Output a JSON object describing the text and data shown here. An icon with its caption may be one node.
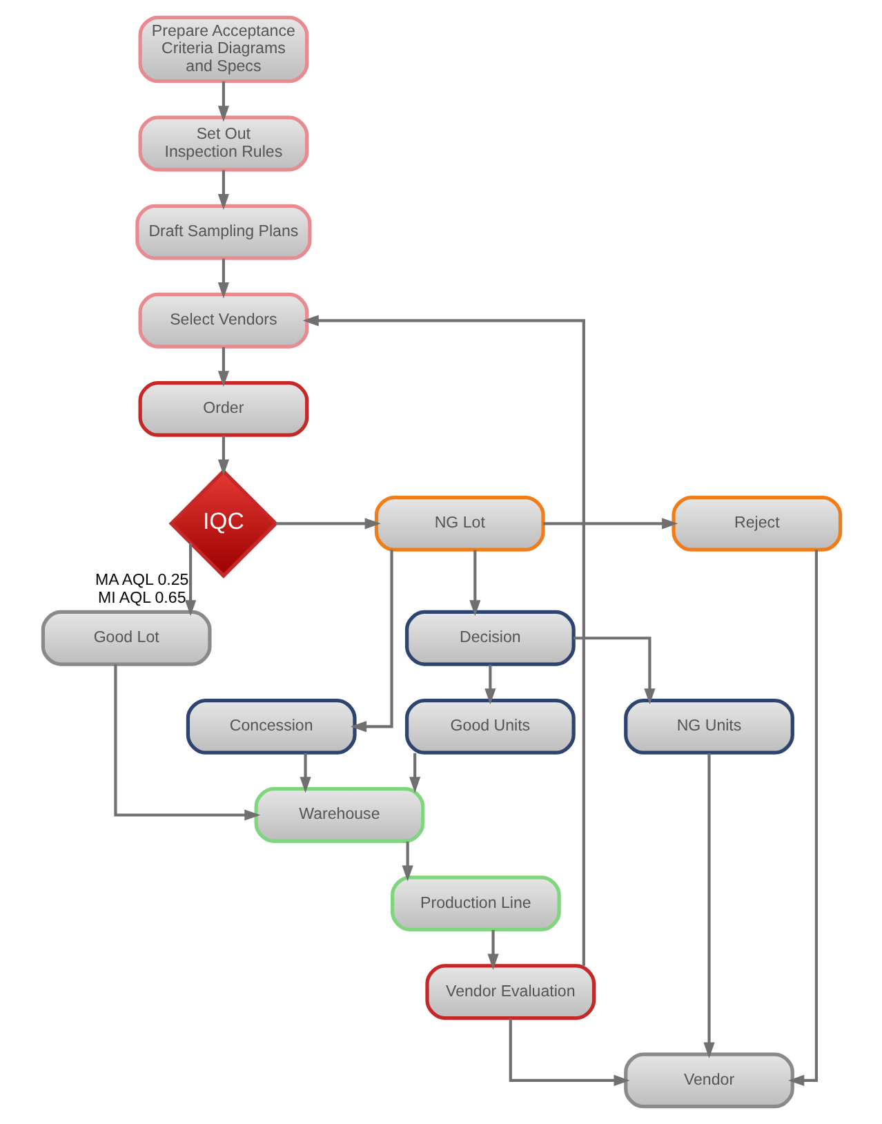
{
  "diagram": {
    "nodes": [
      {
        "text": [
          "Prepare Acceptance Criteria Diagrams and Specs"
        ]
      },
      {
        "text": [
          "Set Out Inspection Rules"
        ]
      },
      {
        "text": [
          "Draft Sampling Plans"
        ]
      },
      {
        "text": [
          "Select Vendors"
        ]
      },
      {
        "text": [
          "Order"
        ]
      },
      {
        "text": [
          "IQC"
        ]
      },
      {
        "text": [
          "NG Lot"
        ]
      },
      {
        "text": [
          "Reject"
        ]
      },
      {
        "text": [
          "Decision"
        ]
      },
      {
        "text": [
          "Good Lot"
        ]
      },
      {
        "text": [
          "Concession"
        ]
      },
      {
        "text": [
          "NG Units"
        ]
      },
      {
        "text": [
          "Good Units"
        ]
      },
      {
        "text": [
          "Warehouse"
        ]
      },
      {
        "text": [
          "Vendor"
        ]
      },
      {
        "text": [
          "Production Line"
        ]
      },
      {
        "text": [
          "Vendor Evaluation"
        ]
      }
    ],
    "edges": [
      {
        "from": 0,
        "to": 1,
        "arrow": "to"
      },
      {
        "from": 1,
        "to": 2,
        "arrow": "to"
      },
      {
        "from": 2,
        "to": 3,
        "arrow": "to"
      },
      {
        "from": 3,
        "to": 4,
        "arrow": "to"
      },
      {
        "from": 4,
        "to": 5,
        "arrow": "to"
      },
      {
        "from": 5,
        "to": 6,
        "arrow": "to"
      },
      {
        "from": 6,
        "to": 7,
        "arrow": "to"
      },
      {
        "from": 6,
        "to": 8,
        "arrow": "to"
      },
      {
        "from": 5,
        "to": 9,
        "arrow": "to",
        "label": "MA AQL 0.25 MI AQL 0.65"
      },
      {
        "from": 6,
        "to": 10,
        "arrow": "to"
      },
      {
        "from": 8,
        "to": 11,
        "arrow": "to"
      },
      {
        "from": 8,
        "to": 12,
        "arrow": "to"
      },
      {
        "from": 9,
        "to": 13,
        "arrow": "to"
      },
      {
        "from": 10,
        "to": 13,
        "arrow": "to"
      },
      {
        "from": 12,
        "to": 13,
        "arrow": "to"
      },
      {
        "from": 7,
        "to": 14,
        "arrow": "to"
      },
      {
        "from": 11,
        "to": 14,
        "arrow": "to"
      },
      {
        "from": 13,
        "to": 15,
        "arrow": "to"
      },
      {
        "from": 15,
        "to": 16,
        "arrow": "to"
      },
      {
        "from": 16,
        "to": 14,
        "arrow": "to"
      },
      {
        "from": 16,
        "to": 3,
        "arrow": "to"
      }
    ]
  }
}
